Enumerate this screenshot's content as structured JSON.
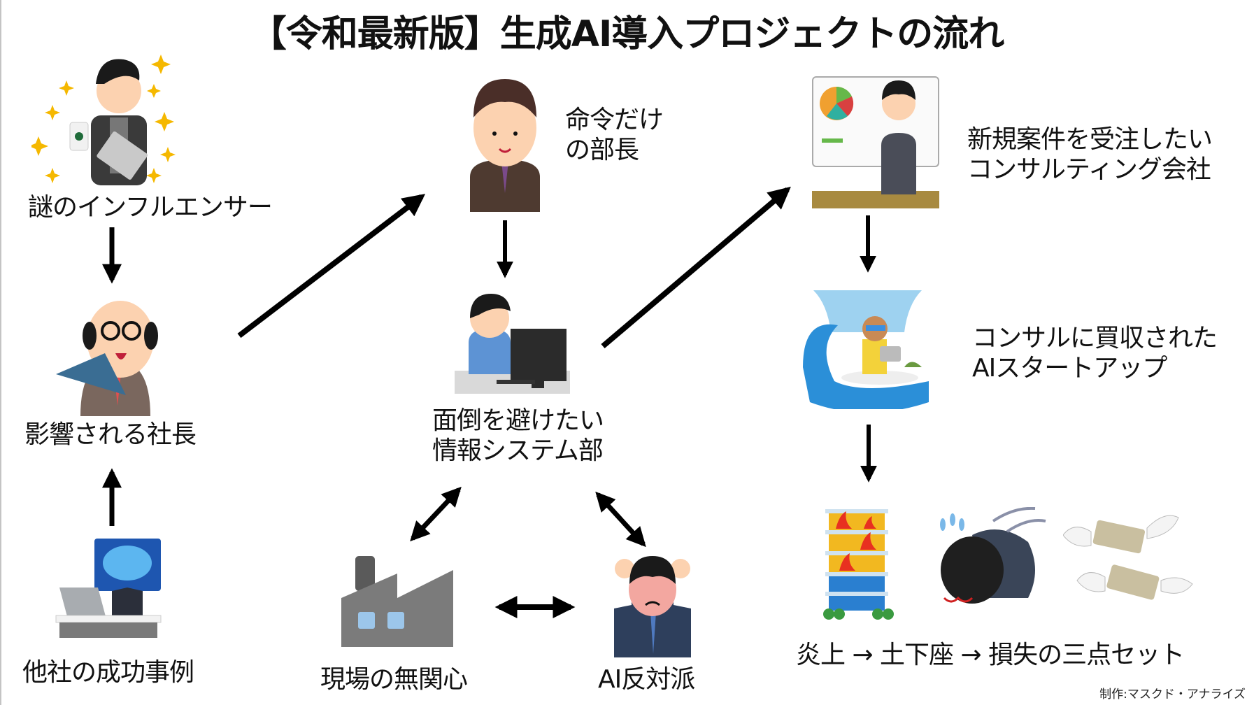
{
  "title": "【令和最新版】生成AI導入プロジェクトの流れ",
  "nodes": {
    "influencer": {
      "label": "謎のインフルエンサー",
      "icon": "influencer-with-coffee-and-laptop"
    },
    "president": {
      "label": "影響される社長",
      "icon": "bald-president-with-fan"
    },
    "success_case": {
      "label": "他社の成功事例",
      "icon": "ai-brain-worker-at-desk"
    },
    "manager": {
      "label_lines": [
        "命令だけ",
        "の部長"
      ],
      "icon": "manager-in-brown-suit"
    },
    "it_dept": {
      "label_lines": [
        "面倒を避けたい",
        "情報システム部"
      ],
      "icon": "it-worker-at-computer"
    },
    "field": {
      "label": "現場の無関心",
      "icon": "factory"
    },
    "ai_opponents": {
      "label": "AI反対派",
      "icon": "angry-businessman"
    },
    "consulting": {
      "label_lines": [
        "新規案件を受注したい",
        "コンサルティング会社"
      ],
      "icon": "presenter-at-whiteboard"
    },
    "startup": {
      "label_lines": [
        "コンサルに買収された",
        "AIスタートアップ"
      ],
      "icon": "surfer-with-laptop"
    },
    "outcome": {
      "label": "炎上 → 土下座 → 損失の三点セット",
      "icons": [
        "burning-building",
        "dogeza-bowing-man",
        "flying-money"
      ]
    }
  },
  "edges": [
    {
      "from": "influencer",
      "to": "president",
      "type": "one-way"
    },
    {
      "from": "success_case",
      "to": "president",
      "type": "one-way"
    },
    {
      "from": "president",
      "to": "manager",
      "type": "one-way"
    },
    {
      "from": "manager",
      "to": "it_dept",
      "type": "one-way"
    },
    {
      "from": "it_dept",
      "to": "consulting",
      "type": "one-way"
    },
    {
      "from": "consulting",
      "to": "startup",
      "type": "one-way"
    },
    {
      "from": "startup",
      "to": "outcome",
      "type": "one-way"
    },
    {
      "from": "it_dept",
      "to": "field",
      "type": "two-way"
    },
    {
      "from": "it_dept",
      "to": "ai_opponents",
      "type": "two-way"
    },
    {
      "from": "field",
      "to": "ai_opponents",
      "type": "two-way"
    }
  ],
  "credit": "制作:マスクド・アナライズ",
  "colors": {
    "text": "#111111",
    "arrow": "#000000",
    "border": "#c4c4c4"
  }
}
